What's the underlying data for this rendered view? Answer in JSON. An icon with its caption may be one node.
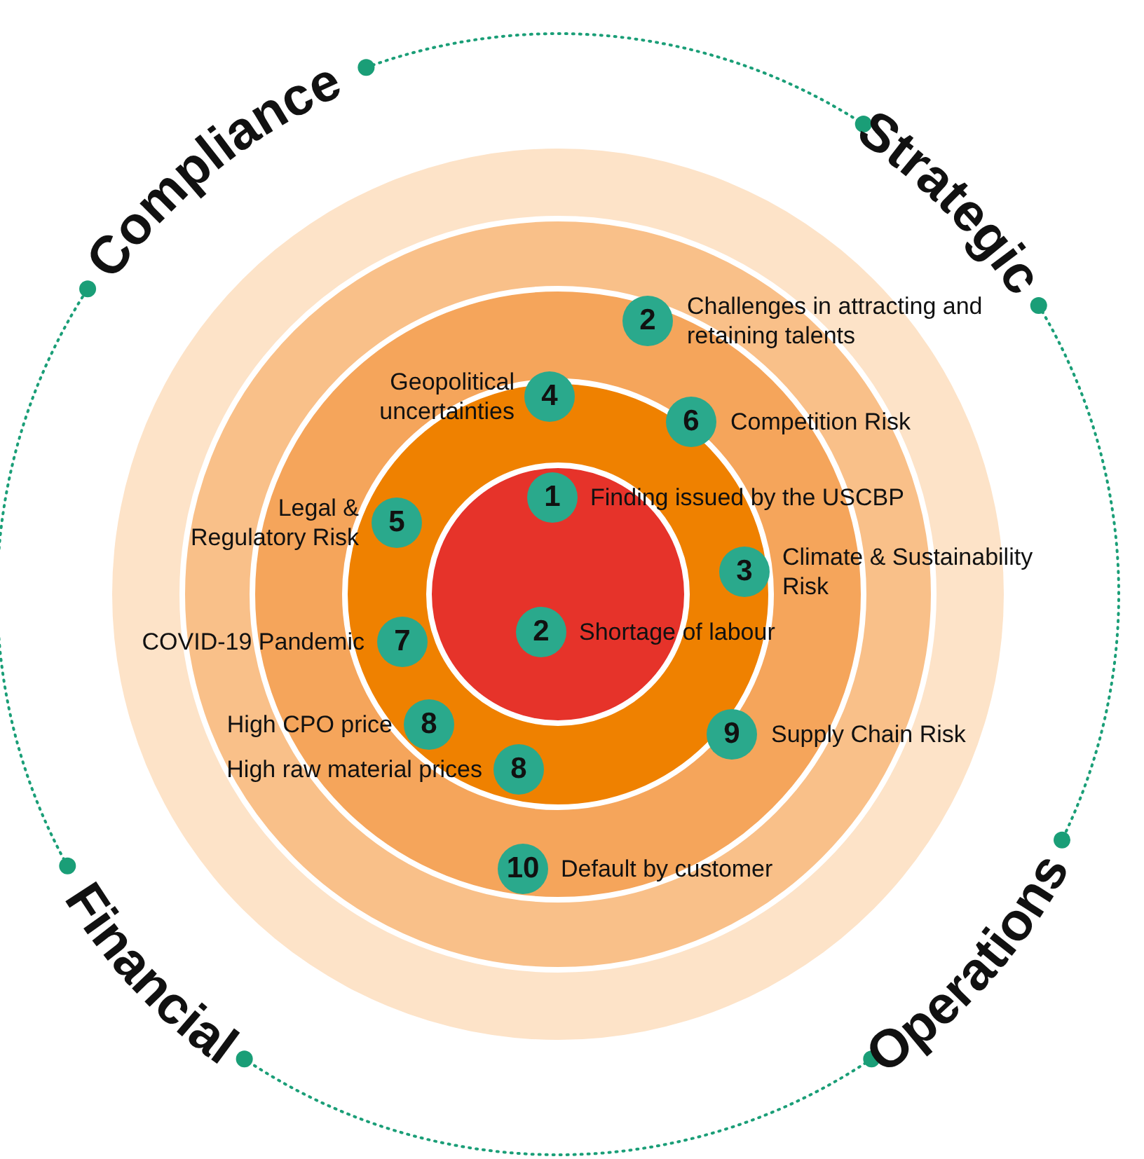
{
  "diagram": {
    "nodes": [
      {
        "text": [
          "2"
        ],
        "beside": [
          "Challenges in attracting and retaining talents"
        ]
      },
      {
        "text": [
          "4"
        ],
        "beside": [
          "Geopolitical uncertainties"
        ]
      },
      {
        "text": [
          "6"
        ],
        "beside": [
          "Competition Risk"
        ]
      },
      {
        "text": [
          "1"
        ],
        "beside": [
          "Finding issued by the USCBP"
        ]
      },
      {
        "text": [
          "5"
        ],
        "beside": [
          "Legal & Regulatory Risk"
        ]
      },
      {
        "text": [
          "3"
        ],
        "beside": [
          "Climate & Sustainability Risk"
        ]
      },
      {
        "text": [
          "2"
        ],
        "beside": [
          "Shortage of labour"
        ]
      },
      {
        "text": [
          "7"
        ],
        "beside": [
          "COVID-19 Pandemic"
        ]
      },
      {
        "text": [
          "8"
        ],
        "beside": [
          "High CPO price"
        ]
      },
      {
        "text": [
          "9"
        ],
        "beside": [
          "Supply Chain Risk"
        ]
      },
      {
        "text": [
          "8"
        ],
        "beside": [
          "High raw material prices"
        ]
      },
      {
        "text": [
          "10"
        ],
        "beside": [
          "Default by customer"
        ]
      }
    ],
    "labels": [
      "Compliance",
      "Strategic",
      "Financial",
      "Operations"
    ]
  }
}
